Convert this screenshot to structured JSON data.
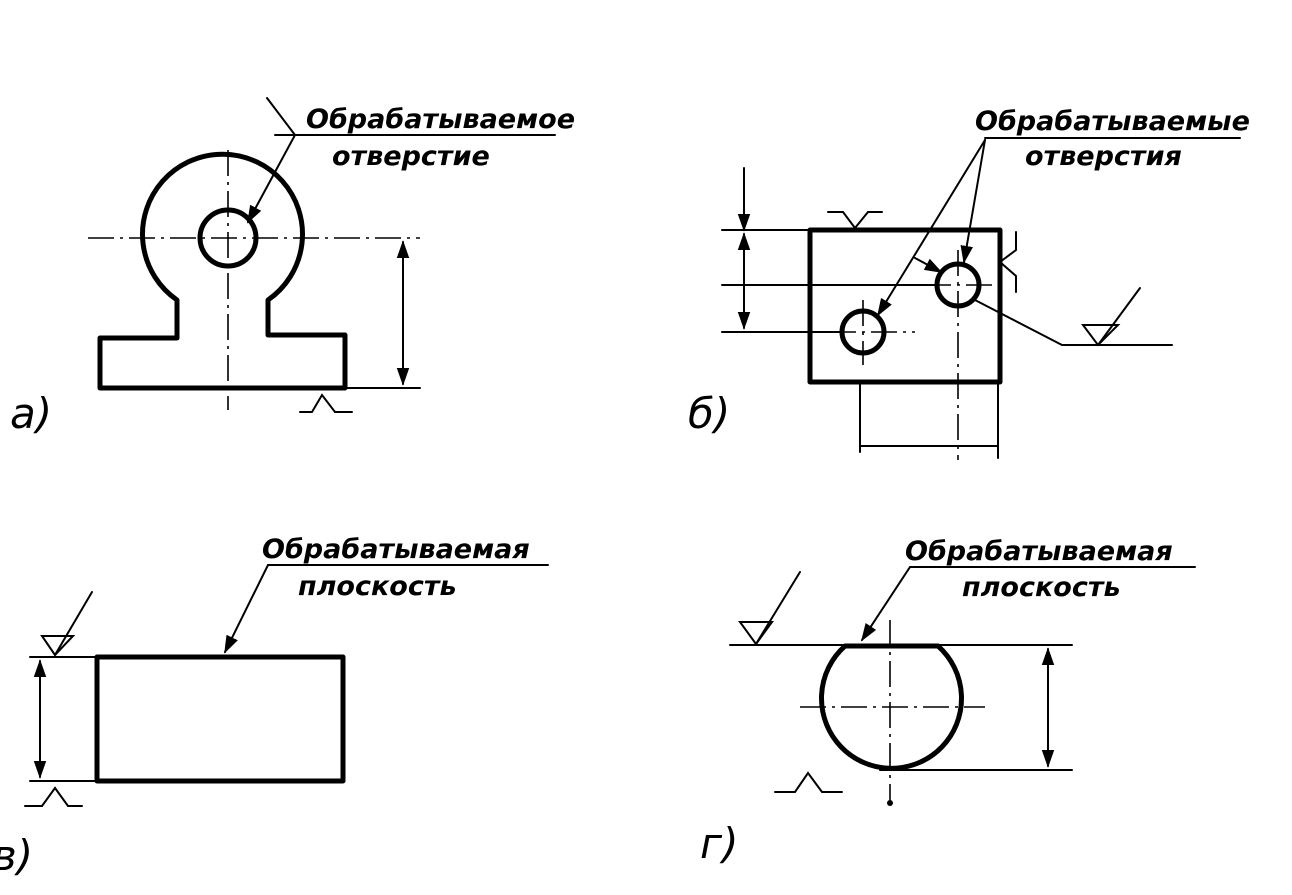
{
  "figures": {
    "a": {
      "label": "а)",
      "note_line1": "Обрабатываемое",
      "note_line2": "отверстие"
    },
    "b": {
      "label": "б)",
      "note_line1": "Обрабатываемые",
      "note_line2": "отверстия"
    },
    "v": {
      "label": "в)",
      "note_line1": "Обрабатываемая",
      "note_line2": "плоскость"
    },
    "g": {
      "label": "г)",
      "note_line1": "Обрабатываемая",
      "note_line2": "плоскость"
    }
  }
}
